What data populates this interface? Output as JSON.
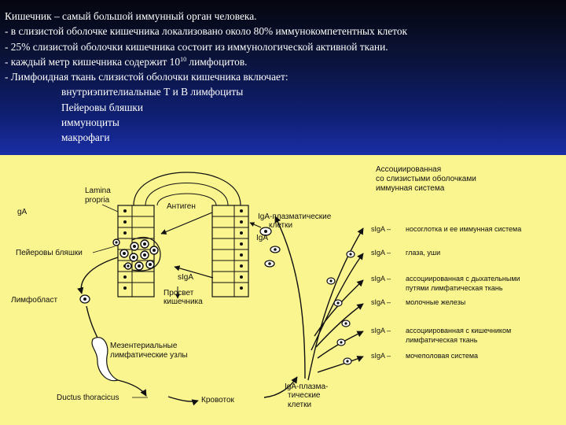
{
  "header": {
    "bg_color": "#0f1f73",
    "line1": "Кишечник – самый большой иммунный орган человека.",
    "line2": "- в слизистой оболочке кишечника локализовано около 80% иммунокомпетентных клеток",
    "line3": "- 25% слизистой оболочки кишечника состоит из иммунологической активной ткани.",
    "line4_pre": "- каждый метр кишечника содержит 10",
    "line4_sup": "10",
    "line4_post": " лимфоцитов.",
    "line5": "- Лимфоидная ткань слизистой оболочки кишечника включает:",
    "sublist": [
      "внутриэпителиальные Т и В лимфоциты",
      "Пейеровы бляшки",
      "иммуноциты",
      "макрофаги"
    ]
  },
  "diagram": {
    "bg_color": "#fbf58f",
    "labels": {
      "lamina_line1": "Lamina",
      "lamina_line2": "propria",
      "antigen": "Антиген",
      "iga_left": "gA",
      "peyer": "Пейеровы бляшки",
      "siga_center": "sIgA",
      "lumen_line1": "Просвет",
      "lumen_line2": "кишечника",
      "lymphoblast": "Лимфобласт",
      "mesenteric_line1": "Мезентериальные",
      "mesenteric_line2": "лимфатические узлы",
      "ductus": "Ductus thoracicus",
      "bloodstream": "Кровоток",
      "iga_plasma_top_line1": "IgA-плазматические",
      "iga_plasma_top_line2": "клетки",
      "iga_small": "IgA",
      "iga_plasma_bottom_line1": "IgA-плазма-",
      "iga_plasma_bottom_line2": "тические",
      "iga_plasma_bottom_line3": "клетки"
    },
    "system_title": [
      "Ассоциированная",
      "со слизистыми оболочками",
      "иммунная система"
    ],
    "targets": [
      {
        "prefix": "sIgA –",
        "lines": [
          "носоглотка и ее иммунная система"
        ]
      },
      {
        "prefix": "sIgA –",
        "lines": [
          "глаза, уши"
        ]
      },
      {
        "prefix": "sIgA –",
        "lines": [
          "ассоциированная с дыхательными",
          "путями лимфатическая ткань"
        ]
      },
      {
        "prefix": "sIgA –",
        "lines": [
          "молочные железы"
        ]
      },
      {
        "prefix": "sIgA –",
        "lines": [
          "ассоциированная с кишечником",
          "лимфатическая ткань"
        ]
      },
      {
        "prefix": "sIgA –",
        "lines": [
          "мочеполовая система"
        ]
      }
    ]
  }
}
